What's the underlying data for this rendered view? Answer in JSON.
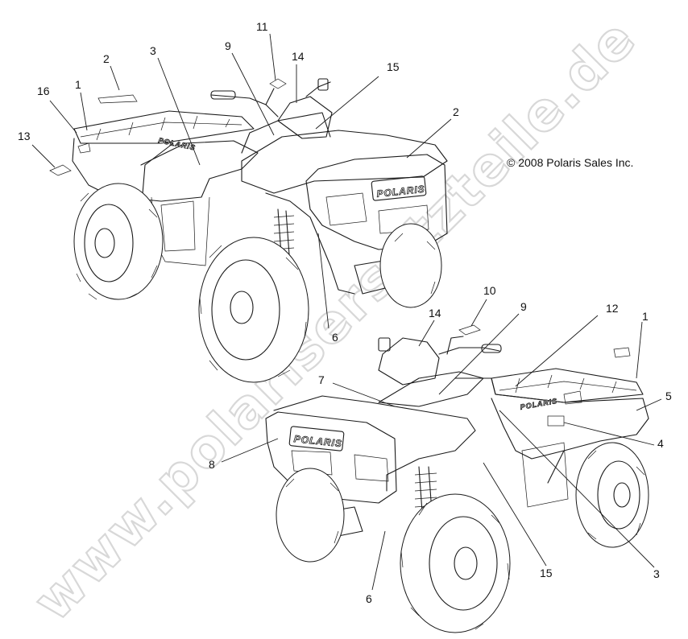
{
  "watermark": "www.polarisersatzteile.de",
  "copyright": "© 2008 Polaris Sales Inc.",
  "brand_logo": "POLARIS",
  "callouts_top": [
    "11",
    "2",
    "3",
    "9",
    "14",
    "15",
    "16",
    "1",
    "13",
    "2",
    "6"
  ],
  "callouts_bottom": [
    "10",
    "9",
    "14",
    "12",
    "1",
    "7",
    "5",
    "4",
    "8",
    "3",
    "15",
    "6"
  ]
}
